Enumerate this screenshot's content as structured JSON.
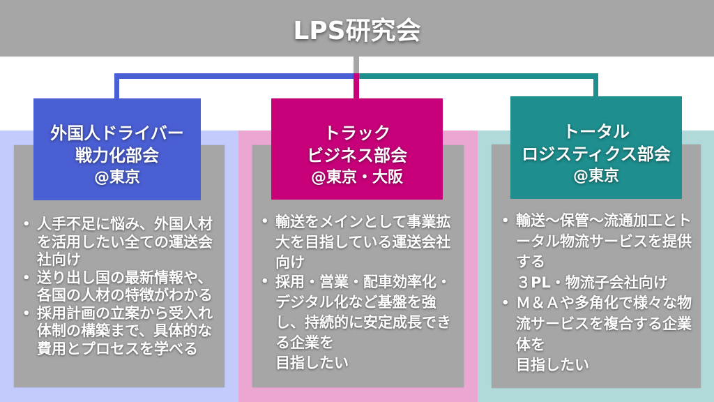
{
  "header": {
    "title": "LPS研究会"
  },
  "colors": {
    "header_gray": "#a6a6a6",
    "blue": "#4a5fd3",
    "magenta": "#c8007a",
    "teal": "#1e8e8e",
    "blue_light": "#c3cbfd",
    "pink_light": "#eba6d2",
    "teal_light": "#b2d9da",
    "content_gray": "#a6a6a6"
  },
  "bullet_symbol": "•",
  "panels": [
    {
      "title_lines": [
        "外国人ドライバー",
        "戦力化部会",
        "@東京"
      ],
      "bullets": [
        {
          "lines": [
            "人手不足に悩み、外国人材",
            "を活用したい全ての運送会",
            "社向け"
          ]
        },
        {
          "lines": [
            "送り出し国の最新情報や、",
            "各国の人材の特徴がわかる"
          ]
        },
        {
          "lines": [
            "採用計画の立案から受入れ",
            "体制の構築まで、具体的な",
            "費用とプロセスを学べる"
          ]
        }
      ]
    },
    {
      "title_lines": [
        "トラック",
        "ビジネス部会",
        "@東京・大阪"
      ],
      "bullets": [
        {
          "lines": [
            "輸送をメインとして事業拡",
            "大を目指している運送会社",
            "向け"
          ]
        },
        {
          "lines": [
            "採用・営業・配車効率化・",
            "デジタル化など基盤を強",
            "し、持続的に安定成長でき",
            "る企業を",
            "目指したい"
          ]
        }
      ]
    },
    {
      "title_lines": [
        "トータル",
        "ロジスティクス部会",
        "@東京"
      ],
      "bullets": [
        {
          "lines": [
            "輸送～保管～流通加工とト",
            "ータル物流サービスを提供",
            "する",
            "３PL・物流子会社向け"
          ]
        },
        {
          "lines": [
            "Ｍ＆Ａや多角化で様々な物",
            "流サービスを複合する企業",
            "体を",
            "目指したい"
          ]
        }
      ]
    }
  ]
}
